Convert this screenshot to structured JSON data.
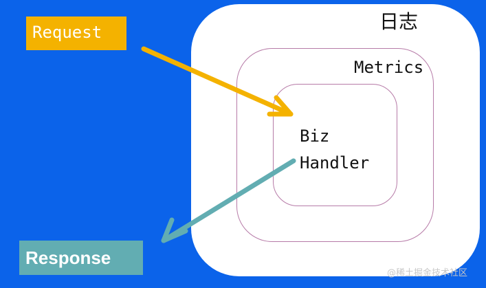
{
  "diagram": {
    "outer_layer_label": "日志",
    "middle_layer_label": "Metrics",
    "inner_layer_label_line1": "Biz",
    "inner_layer_label_line2": "Handler",
    "request_label": "Request",
    "response_label": "Response",
    "watermark_text": "@稀土掘金技术社区"
  },
  "colors": {
    "background": "#0b63ea",
    "layer_fill": "#ffffff",
    "layer_border": "#b67aa7",
    "request_fill": "#f4b200",
    "response_fill": "#62adb2",
    "request_arrow": "#f4b200",
    "response_arrow": "#62adb2"
  }
}
